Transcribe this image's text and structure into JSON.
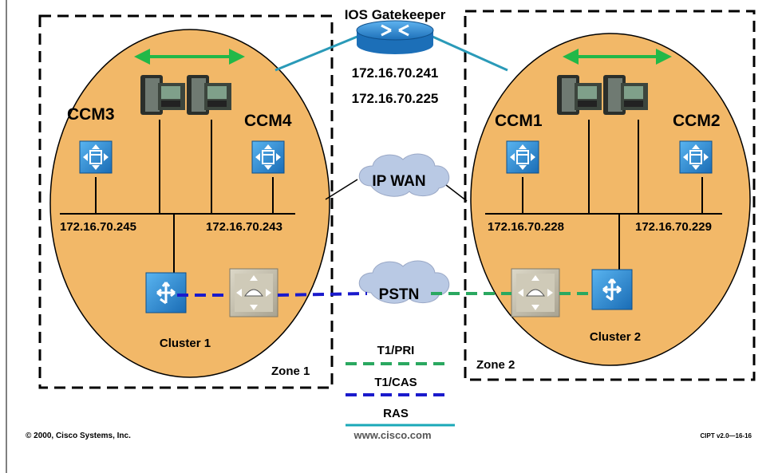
{
  "gatekeeper": {
    "title": "IOS Gatekeeper",
    "ip1": "172.16.70.241",
    "ip2": "172.16.70.225"
  },
  "cluster1": {
    "name": "Cluster 1",
    "zone": "Zone 1",
    "ccm_a": "CCM3",
    "ccm_b": "CCM4",
    "ip_a": "172.16.70.245",
    "ip_b": "172.16.70.243"
  },
  "cluster2": {
    "name": "Cluster 2",
    "zone": "Zone 2",
    "ccm_a": "CCM1",
    "ccm_b": "CCM2",
    "ip_a": "172.16.70.228",
    "ip_b": "172.16.70.229"
  },
  "clouds": {
    "wan": "IP WAN",
    "pstn": "PSTN"
  },
  "legend": {
    "t1pri": "T1/PRI",
    "t1cas": "T1/CAS",
    "ras": "RAS",
    "colors": {
      "t1pri": "#2aa860",
      "t1cas": "#1a1acc",
      "ras": "#1aa8b8"
    }
  },
  "footer": {
    "copyright": "© 2000, Cisco Systems, Inc.",
    "site": "www.cisco.com",
    "code": "CIPT v2.0—16-16"
  },
  "colors": {
    "cluster_fill": "#f2b868",
    "cloud": "#b9c9e4",
    "switch": "#2a8ad0",
    "gateway": "#c7c2b0",
    "arrow": "#22b848"
  }
}
